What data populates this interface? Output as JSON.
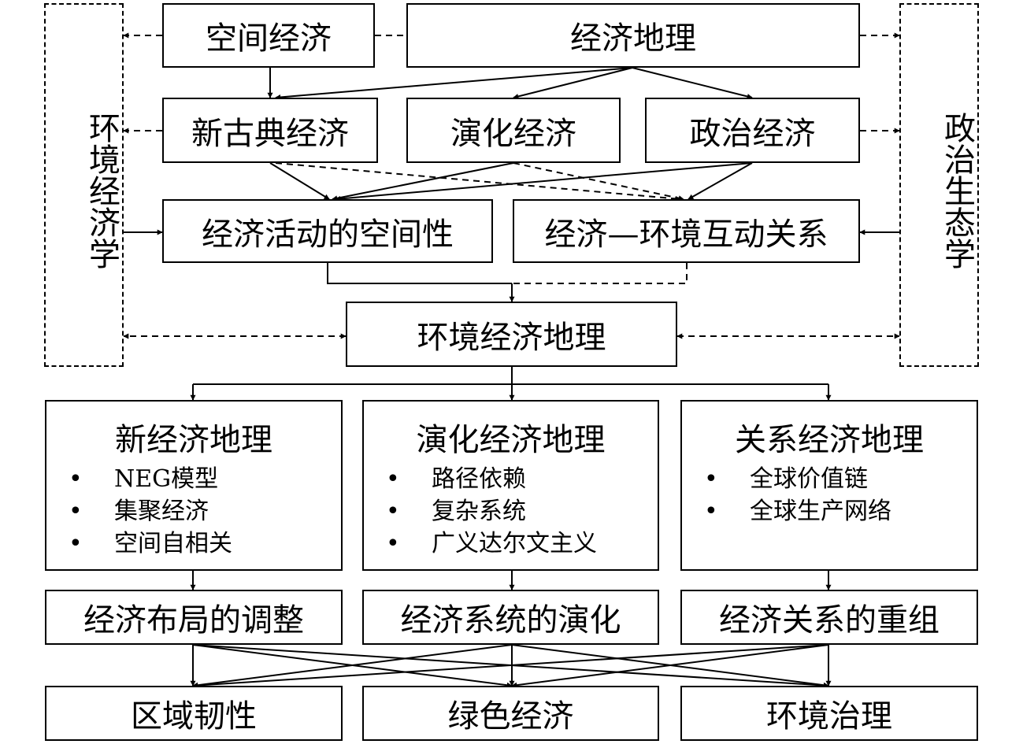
{
  "nodes": {
    "spatial_economics": "空间经济",
    "economic_geography": "经济地理",
    "neoclassical_economics": "新古典经济",
    "evolutionary_economics": "演化经济",
    "political_economy": "政治经济",
    "environmental_economics": "环境经济学",
    "political_ecology": "政治生态学",
    "spatiality": "经济活动的空间性",
    "economy_environment": "经济—环境互动关系",
    "environmental_economic_geography": "环境经济地理"
  },
  "schools": [
    {
      "title": "新经济地理",
      "points": [
        "NEG模型",
        "集聚经济",
        "空间自相关"
      ]
    },
    {
      "title": "演化经济地理",
      "points": [
        "路径依赖",
        "复杂系统",
        "广义达尔文主义"
      ]
    },
    {
      "title": "关系经济地理",
      "points": [
        "全球价值链",
        "全球生产网络"
      ]
    }
  ],
  "processes": [
    "经济布局的调整",
    "经济系统的演化",
    "经济关系的重组"
  ],
  "outcomes": [
    "区域韧性",
    "绿色经济",
    "环境治理"
  ],
  "colors": {
    "line": "#000000",
    "background": "#ffffff"
  }
}
